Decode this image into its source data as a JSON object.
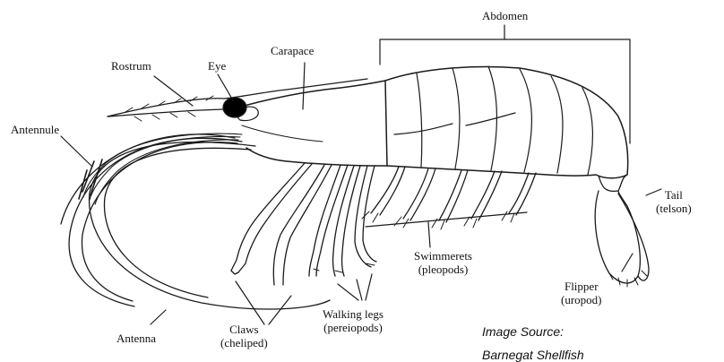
{
  "diagram": {
    "labels": {
      "abdomen": "Abdomen",
      "rostrum": "Rostrum",
      "eye": "Eye",
      "carapace": "Carapace",
      "antennule": "Antennule",
      "tail_line1": "Tail",
      "tail_line2": "(telson)",
      "swimmerets_line1": "Swimmerets",
      "swimmerets_line2": "(pleopods)",
      "flipper_line1": "Flipper",
      "flipper_line2": "(uropod)",
      "antenna": "Antenna",
      "claws_line1": "Claws",
      "claws_line2": "(cheliped)",
      "walking_line1": "Walking legs",
      "walking_line2": "(pereiopods)"
    },
    "source_line1": "Image Source:",
    "source_line2": "Barnegat Shellfish"
  }
}
